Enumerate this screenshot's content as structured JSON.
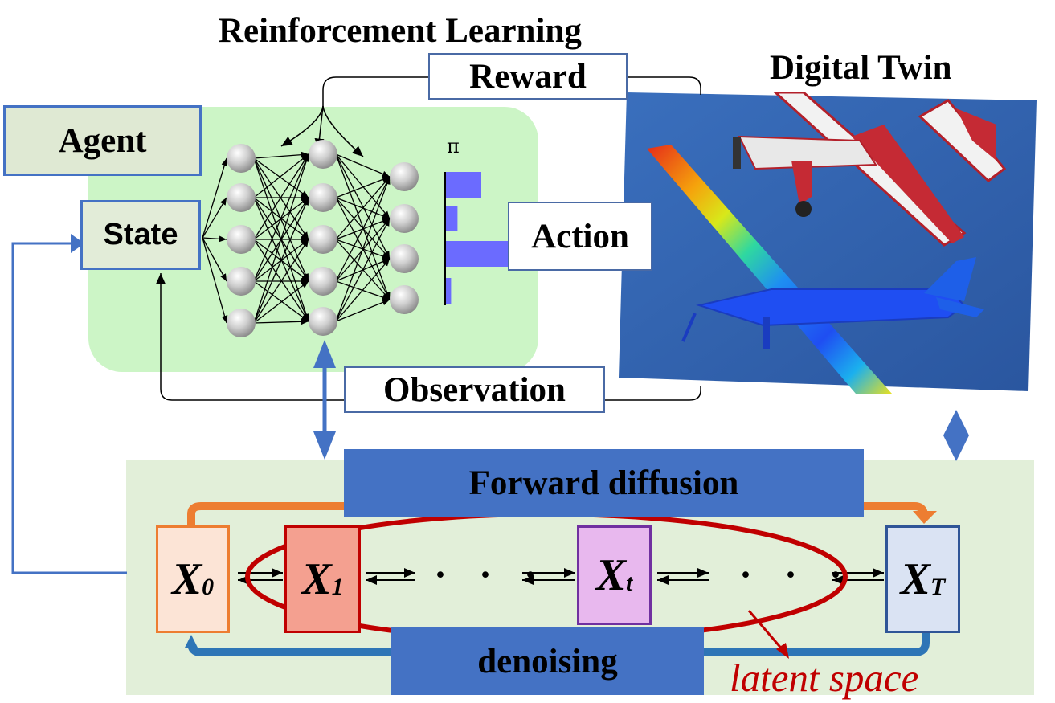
{
  "titles": {
    "reinforcement_learning": "Reinforcement Learning",
    "digital_twin": "Digital Twin"
  },
  "rl": {
    "agent_label": "Agent",
    "state_label": "State",
    "reward_label": "Reward",
    "action_label": "Action",
    "observation_label": "Observation",
    "policy_symbol": "π",
    "policy_distribution": [
      0.55,
      0.18,
      1.0,
      0.08
    ]
  },
  "diffusion": {
    "forward_label": "Forward diffusion",
    "denoising_label": "denoising",
    "latent_label": "latent space",
    "nodes": [
      {
        "symbol": "X",
        "subscript": "0"
      },
      {
        "symbol": "X",
        "subscript": "1"
      },
      {
        "symbol": "X",
        "subscript": "t"
      },
      {
        "symbol": "X",
        "subscript": "T"
      }
    ],
    "ellipsis": "· · ·"
  },
  "colors": {
    "agent_bg": "#ccf5c6",
    "diffusion_bg": "#e2efd9",
    "accent_blue": "#4472c4",
    "forward_arrow": "#ed7d31",
    "denoise_arrow": "#2e75b6",
    "latent_red": "#c00000",
    "sky": "#2f62ae"
  }
}
